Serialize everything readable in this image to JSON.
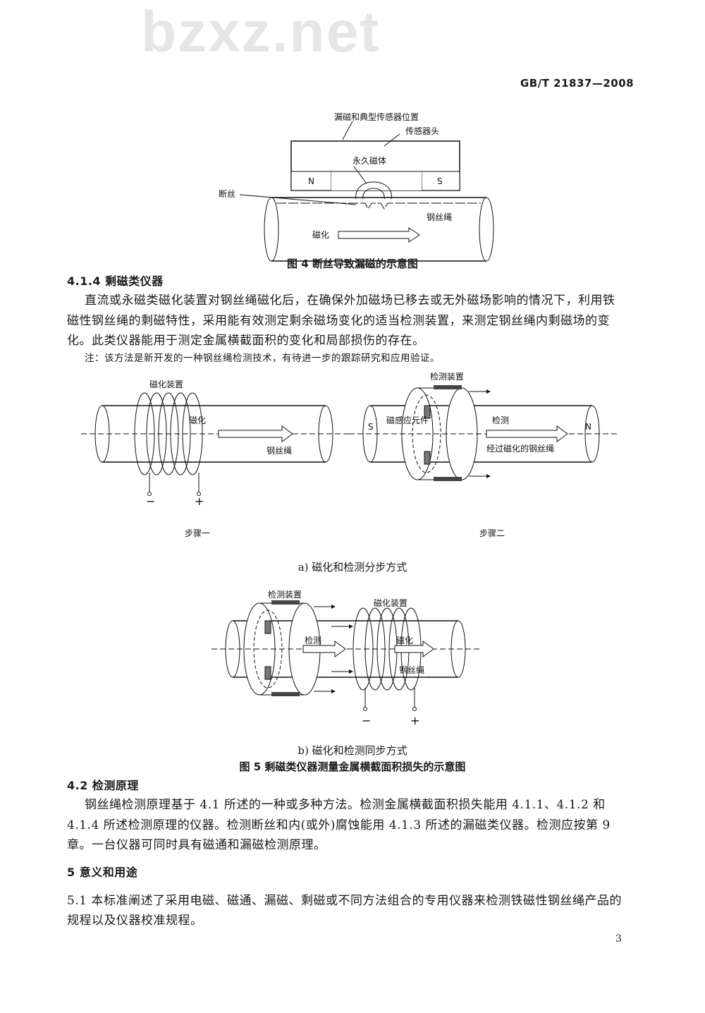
{
  "header": "GB/T  21837—2008",
  "watermark": "bzxz.net",
  "fig4": {
    "labels": {
      "sensor_pos": "漏磁和典型传感器位置",
      "sensor_head": "传感器头",
      "magnet": "永久磁体",
      "n": "N",
      "s": "S",
      "broken": "断丝",
      "rope": "钢丝绳",
      "magnetize": "磁化"
    },
    "caption": "图 4   断丝导致漏磁的示意图"
  },
  "s414": {
    "heading": "4.1.4   剩磁类仪器",
    "lines": [
      "直流或永磁类磁化装置对钢丝绳磁化后，在确保外加磁场已移去或无外磁场影响的情况下，利用铁",
      "磁性钢丝绳的剩磁特性，采用能有效测定剩余磁场变化的适当检测装置，来测定钢丝绳内剩磁场的变",
      "化。此类仪器能用于测定金属横截面积的变化和局部损伤的存在。"
    ],
    "note": "注：该方法是新开发的一种钢丝绳检测技术，有待进一步的跟踪研究和应用验证。"
  },
  "fig5": {
    "a": {
      "mag_device": "磁化装置",
      "magnetize": "磁化",
      "rope": "钢丝绳",
      "minus": "−",
      "plus": "+",
      "det_device": "检测装置",
      "s": "S",
      "n": "N",
      "sensor": "磁感应元件",
      "detect": "检测",
      "mag_rope": "经过磁化的钢丝绳",
      "step1": "步骤一",
      "step2": "步骤二",
      "caption": "a) 磁化和检测分步方式"
    },
    "b": {
      "det_device": "检测装置",
      "mag_device": "磁化装置",
      "detect": "检测",
      "magnetize": "磁化",
      "rope": "钢丝绳",
      "minus": "−",
      "plus": "+",
      "caption": "b) 磁化和检测同步方式"
    },
    "caption": "图 5   剩磁类仪器测量金属横截面积损失的示意图"
  },
  "s42": {
    "heading": "4.2   检测原理",
    "lines": [
      "钢丝绳检测原理基于 4.1 所述的一种或多种方法。检测金属横截面积损失能用 4.1.1、4.1.2 和",
      "4.1.4 所述检测原理的仪器。检测断丝和内(或外)腐蚀能用 4.1.3 所述的漏磁类仪器。检测应按第 9",
      "章。一台仪器可同时具有磁通和漏磁检测原理。"
    ]
  },
  "s5": {
    "heading": "5   意义和用途",
    "lines": [
      "5.1   本标准阐述了采用电磁、磁通、漏磁、剩磁或不同方法组合的专用仪器来检测铁磁性钢丝绳产品的",
      "规程以及仪器校准规程。"
    ]
  },
  "page_number": "3"
}
